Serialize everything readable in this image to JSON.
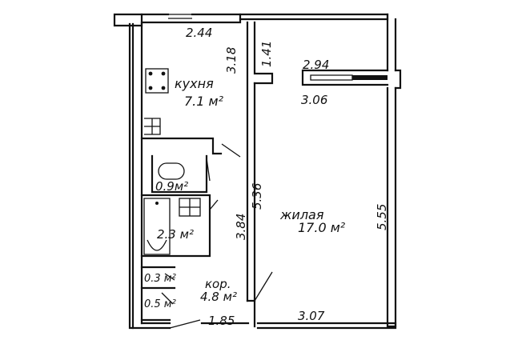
{
  "rooms": {
    "kitchen": {
      "name": "кухня",
      "area": "7.1 м²"
    },
    "living": {
      "name": "жилая",
      "area": "17.0 м²"
    },
    "wc": {
      "area": "0.9м²"
    },
    "bath": {
      "area": "2.3 м²"
    },
    "corridor": {
      "name": "кор.",
      "area": "4.8 м²"
    },
    "closet_a": {
      "area": "0.3 м²"
    },
    "closet_b": {
      "area": "0.5 м²"
    }
  },
  "dimensions": {
    "kitchen_width": "2.44",
    "kitchen_length": "3.18",
    "pier": "1.41",
    "living_window": "2.94",
    "living_width_top": "3.06",
    "living_length": "5.55",
    "partition": "5.36",
    "bath_length": "3.84",
    "corridor_width": "1.85",
    "living_width_bottom": "3.07"
  }
}
